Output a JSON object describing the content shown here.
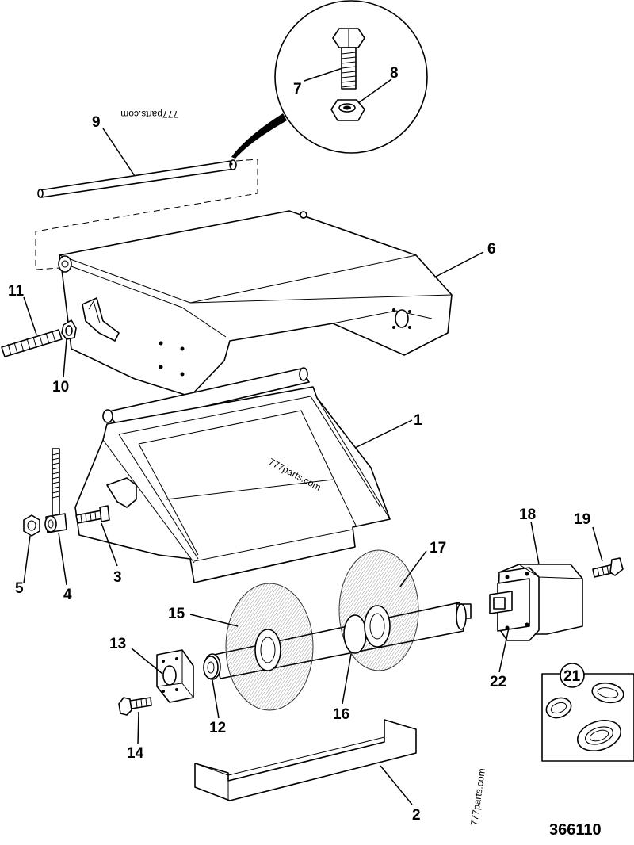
{
  "drawing_number": "366110",
  "watermarks": {
    "top": "777parts.com",
    "middle": "777parts.com",
    "bottom": "777parts.com"
  },
  "callouts": {
    "c1": "1",
    "c2": "2",
    "c3": "3",
    "c4": "4",
    "c5": "5",
    "c6": "6",
    "c7": "7",
    "c8": "8",
    "c9": "9",
    "c10": "10",
    "c11": "11",
    "c12": "12",
    "c13": "13",
    "c14": "14",
    "c15": "15",
    "c16": "16",
    "c17": "17",
    "c18": "18",
    "c19": "19",
    "c21": "21",
    "c22": "22"
  }
}
